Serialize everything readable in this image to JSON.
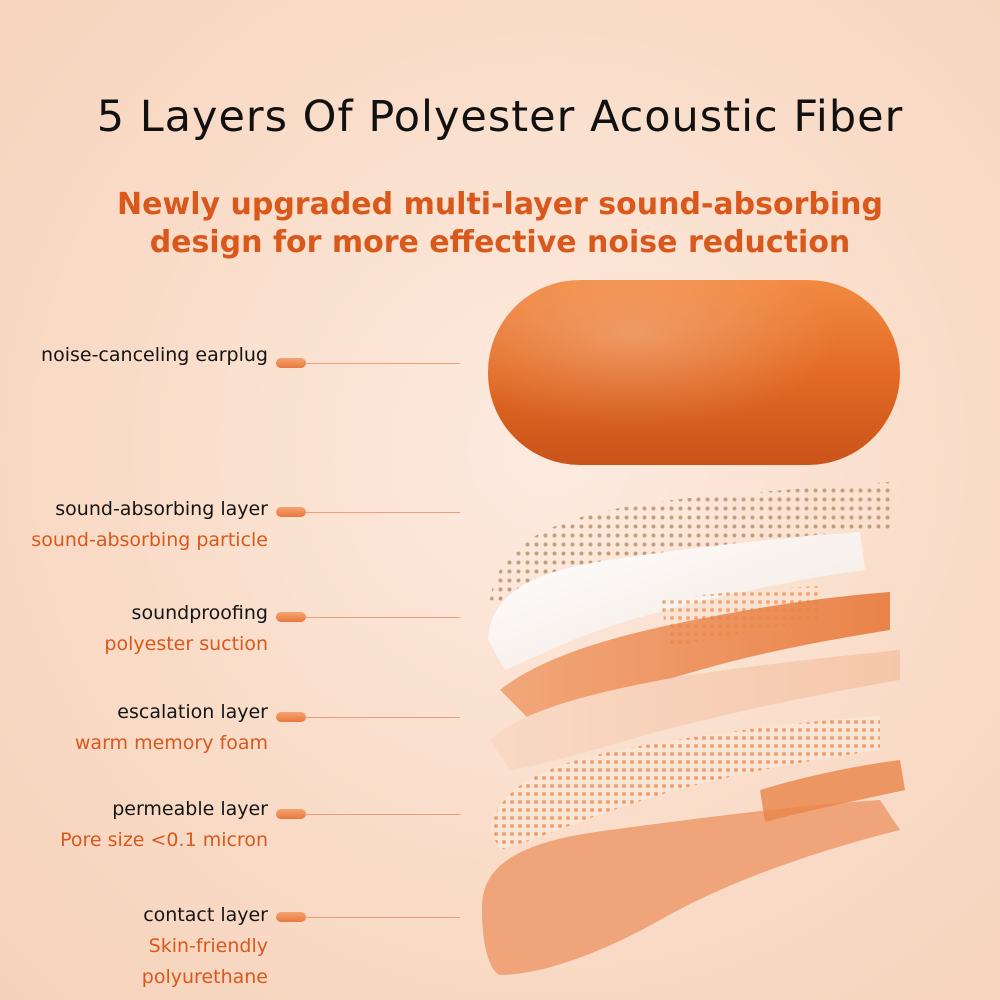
{
  "title": "5 Layers Of Polyester Acoustic Fiber",
  "subtitle": {
    "line1": "Newly upgraded multi-layer sound-absorbing",
    "line2": "design for more effective noise reduction"
  },
  "layers": [
    {
      "name": "noise-canceling earplug",
      "detail": ""
    },
    {
      "name": "sound-absorbing layer",
      "detail": "sound-absorbing particle"
    },
    {
      "name": "soundproofing",
      "detail": "polyester suction"
    },
    {
      "name": "escalation layer",
      "detail": "warm memory foam"
    },
    {
      "name": "permeable layer",
      "detail": "Pore size <0.1 micron"
    },
    {
      "name": "contact layer",
      "detail": "Skin-friendly polyurethane"
    }
  ],
  "contact_detail_lines": [
    "Skin-friendly",
    "polyurethane"
  ],
  "colors": {
    "accent": "#d9581c",
    "text": "#141414",
    "earplug": "#e26a24",
    "background": "#f9dcc8"
  }
}
